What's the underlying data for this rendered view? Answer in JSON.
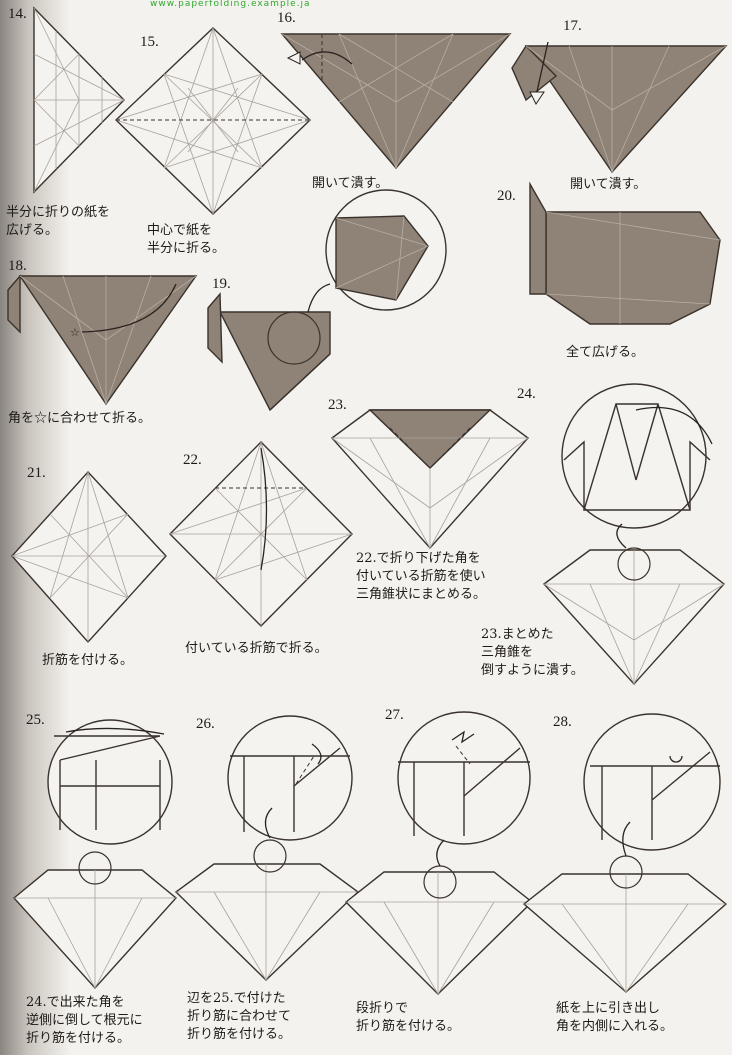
{
  "header": {
    "site_text": "www.paperfolding.example.ja"
  },
  "steps": [
    {
      "num": "14.",
      "caption": "半分に折りの紙を\n広げる。"
    },
    {
      "num": "15.",
      "caption": "中心で紙を\n半分に折る。"
    },
    {
      "num": "16.",
      "caption": "開いて潰す。"
    },
    {
      "num": "17.",
      "caption": "開いて潰す。"
    },
    {
      "num": "18.",
      "caption": "角を☆に合わせて折る。"
    },
    {
      "num": "19.",
      "caption": ""
    },
    {
      "num": "20.",
      "caption": "全て広げる。"
    },
    {
      "num": "21.",
      "caption": "折筋を付ける。"
    },
    {
      "num": "22.",
      "caption": "付いている折筋で折る。"
    },
    {
      "num": "23.",
      "caption": "22.で折り下げた角を\n付いている折筋を使い\n三角錐状にまとめる。"
    },
    {
      "num": "24.",
      "caption": "23.まとめた\n三角錐を\n倒すように潰す。"
    },
    {
      "num": "25.",
      "caption": "24.で出来た角を\n逆側に倒して根元に\n折り筋を付ける。"
    },
    {
      "num": "26.",
      "caption": "辺を25.で付けた\n折り筋に合わせて\n折り筋を付ける。"
    },
    {
      "num": "27.",
      "caption": "段折りで\n折り筋を付ける。"
    },
    {
      "num": "28.",
      "caption": "紙を上に引き出し\n角を内側に入れる。"
    }
  ],
  "colors": {
    "paper": "#f5f3ef",
    "colored_side": "#8f8276",
    "line": "#3a322c",
    "crease": "#a8a29a"
  }
}
